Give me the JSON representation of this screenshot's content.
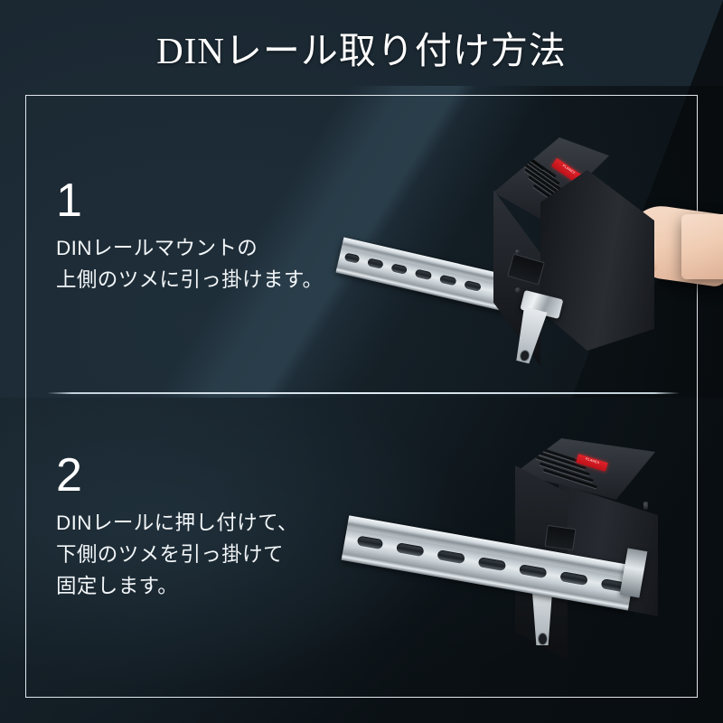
{
  "page": {
    "title": "DINレール取り付け方法",
    "background_color": "#192630",
    "dark_accent_color": "#0a1013",
    "frame_color": "#dfe7ec",
    "text_color": "#f2f6f8"
  },
  "steps": [
    {
      "number": "1",
      "lines": [
        "DINレールマウントの",
        "上側のツメに引っ掛けます。"
      ],
      "illustration": {
        "name": "din-rail-hook-upper-claw",
        "parts": [
          "din-rail",
          "device-unit",
          "mounting-clip",
          "hand-holding-device"
        ],
        "label_color": "#cf1c23",
        "rail_color": "#d5dbdf"
      }
    },
    {
      "number": "2",
      "lines": [
        "DINレールに押し付けて、",
        "下側のツメを引っ掛けて",
        "固定します。"
      ],
      "illustration": {
        "name": "din-rail-mounted-fixed",
        "parts": [
          "din-rail",
          "device-unit",
          "mounting-clip"
        ],
        "label_color": "#cf1c23",
        "rail_color": "#d5dbdf"
      }
    }
  ]
}
